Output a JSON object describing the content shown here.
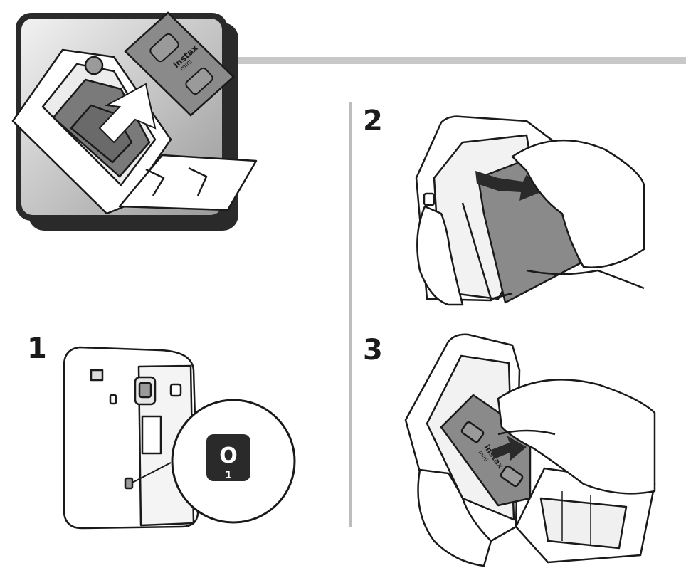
{
  "title_icon": {
    "pack_label_line1": "instax",
    "pack_label_line2": "mini"
  },
  "steps": [
    {
      "number": "1",
      "callout_symbol": "O",
      "callout_subscript": "1"
    },
    {
      "number": "2"
    },
    {
      "number": "3",
      "pack_label_line1": "instax",
      "pack_label_line2": "mini"
    }
  ],
  "colors": {
    "header_bar": "#c8c8c8",
    "divider": "#bdbdbd",
    "film_pack": "#8a8a8a",
    "icon_frame": "#2a2a2a"
  }
}
